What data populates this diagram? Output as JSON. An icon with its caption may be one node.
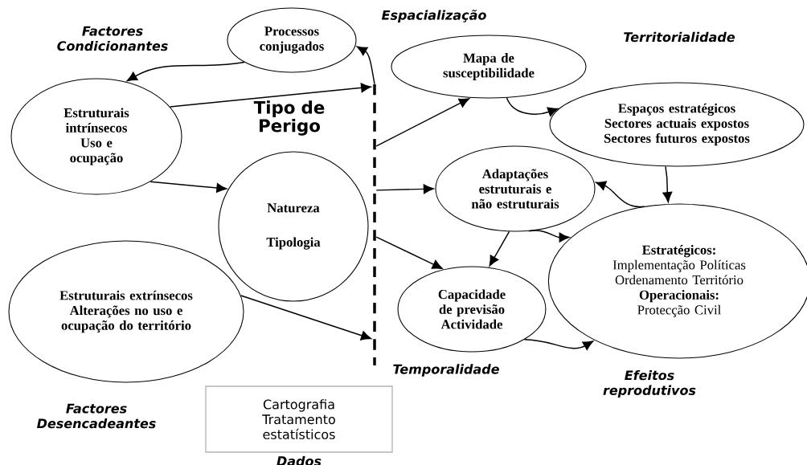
{
  "diagram": {
    "nodes": [
      {
        "text": [
          "Processos conjugados"
        ]
      },
      {
        "text": [
          "Estruturais intrínsecos",
          "Uso e ocupação"
        ],
        "beside": [
          "Factores Condicionantes"
        ]
      },
      {
        "text": [
          "Tipo de Perigo",
          "Natureza",
          "Tipologia"
        ]
      },
      {
        "text": [
          "Estruturais extrínsecos",
          "Alterações no uso e ocupação do território"
        ],
        "beside": [
          "Factores Desencadeantes"
        ]
      },
      {
        "text": [],
        "shape": "bar"
      },
      {
        "text": [
          "Mapa de susceptibilidade"
        ]
      },
      {
        "text": [
          "Espaços estratégicos",
          "Sectores actuais expostos",
          "Sectores futuros expostos"
        ]
      },
      {
        "text": [
          "Adaptações estruturais e não estruturais"
        ]
      },
      {
        "text": [
          "Capacidade de previsão",
          "Actividade"
        ],
        "beside": [
          "Temporalidade"
        ]
      },
      {
        "text": [
          "Estratégicos:",
          "Implementação Políticas",
          "Ordenamento Território",
          "Operacionais:",
          "Protecção Civil"
        ],
        "beside": [
          "Efeitos reprodutivos"
        ]
      },
      {
        "text": [
          "Cartografia Tratamento estatísticos"
        ],
        "beside": [
          "Dados"
        ]
      }
    ],
    "edges": [
      {
        "from": 4,
        "to": 0,
        "arrow": "to"
      },
      {
        "from": 0,
        "to": 1,
        "arrow": "to"
      },
      {
        "from": 1,
        "to": 4,
        "arrow": "to"
      },
      {
        "from": 1,
        "to": 2,
        "arrow": "to"
      },
      {
        "from": 3,
        "to": 4,
        "arrow": "to"
      },
      {
        "from": 4,
        "to": 5,
        "arrow": "to"
      },
      {
        "from": 4,
        "to": 7,
        "arrow": "to"
      },
      {
        "from": 4,
        "to": 8,
        "arrow": "to"
      },
      {
        "from": 5,
        "to": 6,
        "arrow": "to"
      },
      {
        "from": 6,
        "to": 9,
        "arrow": "to"
      },
      {
        "from": 9,
        "to": 7,
        "arrow": "to"
      },
      {
        "from": 7,
        "to": 8,
        "arrow": "to"
      },
      {
        "from": 7,
        "to": 9,
        "arrow": "to"
      },
      {
        "from": 8,
        "to": 9,
        "arrow": "to"
      }
    ],
    "labels": [
      "Espacialização",
      "Territorialidade"
    ]
  }
}
